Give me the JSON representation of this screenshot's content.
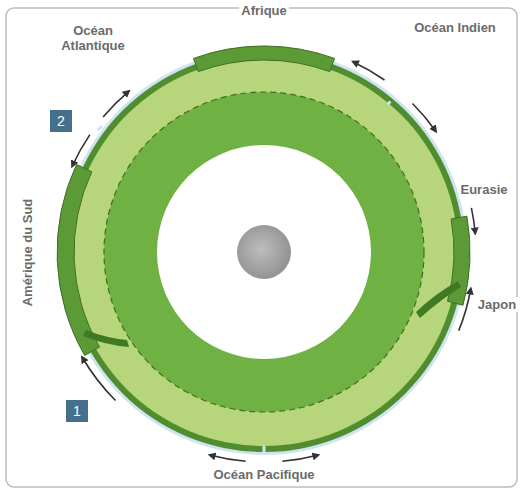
{
  "diagram": {
    "nodes": [
      {
        "text": [
          "2"
        ]
      },
      {
        "text": [
          "1"
        ]
      }
    ],
    "labels": [
      "Afrique",
      "Océan Atlantique",
      "Océan Indien",
      "Eurasie",
      "Japon",
      "Amérique du Sud",
      "Océan Pacifique"
    ]
  }
}
